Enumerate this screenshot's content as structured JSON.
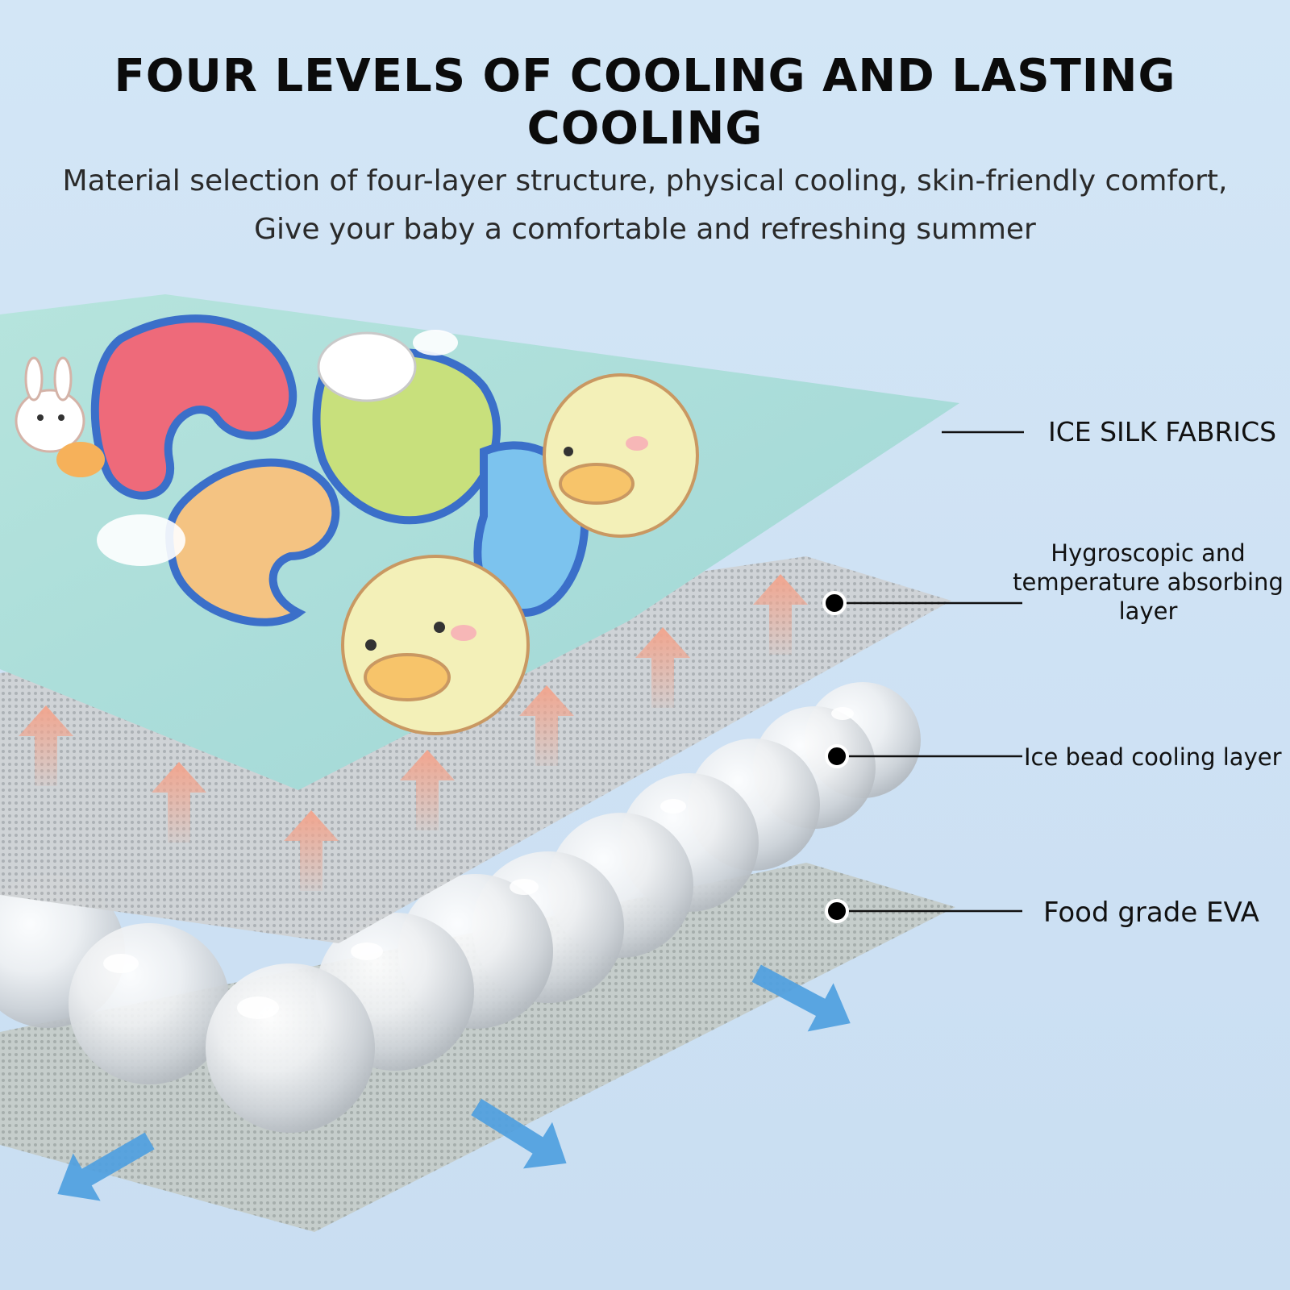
{
  "header": {
    "title": "FOUR LEVELS OF COOLING AND LASTING COOLING",
    "subtitle_line1": "Material selection of four-layer structure, physical cooling, skin-friendly comfort,",
    "subtitle_line2": "Give your baby a comfortable and refreshing summer"
  },
  "layers": [
    {
      "label": "ICE SILK FABRICS"
    },
    {
      "label_line1": "Hygroscopic and",
      "label_line2": "temperature absorbing",
      "label_line3": "layer"
    },
    {
      "label": "Ice bead cooling layer"
    },
    {
      "label": "Food grade EVA"
    }
  ],
  "colors": {
    "background": "#cfe2f4",
    "fabric": "#a9ddd8",
    "mesh": "#c9cdd0",
    "heat_arrow": "#f2a58e",
    "cool_arrow": "#4f9fdf",
    "marker": "#000000"
  },
  "icons": {
    "heat_arrow": "arrow-up-icon",
    "cool_arrow": "arrow-down-right-icon",
    "marker": "dot-marker-icon"
  }
}
